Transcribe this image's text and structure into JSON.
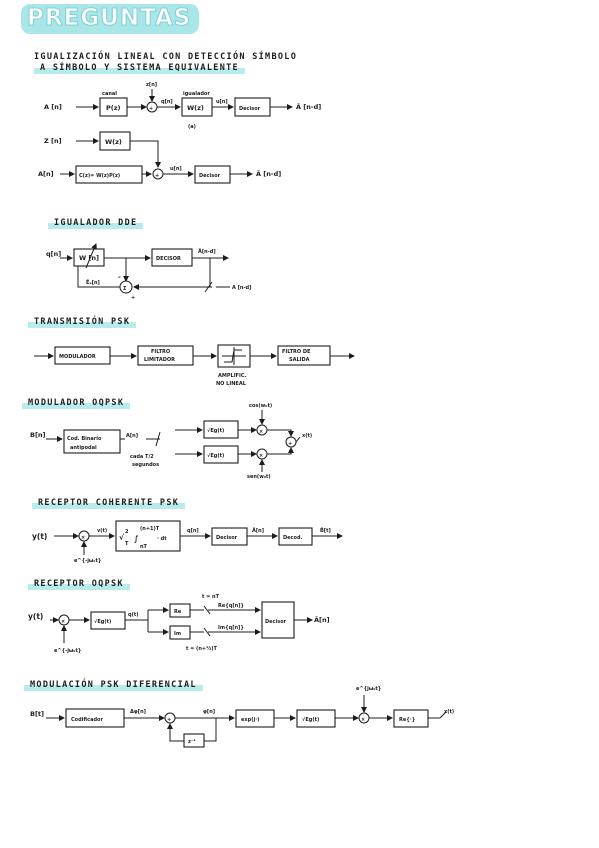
{
  "title": "PREGUNTAS",
  "sections": {
    "s1_line1": "IGUALIZACIÓN LINEAL CON DETECCIÓN SÍMBOLO",
    "s1_line2": "A SÍMBOLO Y SISTEMA EQUIVALENTE",
    "s2": "IGUALADOR DDE",
    "s3": "TRANSMISIÓN PSK",
    "s4": "MODULADOR OQPSK",
    "s5": "RECEPTOR COHERENTE PSK",
    "s6": "RECEPTOR OQPSK",
    "s7": "MODULACIÓN PSK DIFERENCIAL"
  },
  "d1": {
    "in": "A [n]",
    "canal": "canal",
    "P": "P(z)",
    "noise": "z[n]",
    "q": "q[n]",
    "igualador": "igualador",
    "W": "W(z)",
    "u": "u[n]",
    "decisor": "Decisor",
    "out": "Â [n-d]",
    "a": "(a)",
    "in2": "Z [n]",
    "W2": "W(z)",
    "in3": "A[n]",
    "C": "C(z)= W(z)P(z)",
    "u2": "u[n]",
    "decisor2": "Decisor",
    "out2": "Â [n-d]"
  },
  "d2": {
    "q": "q[n]",
    "W": "W [n]",
    "decisor": "DECISOR",
    "ahat": "Â[n-d]",
    "ed": "Êₐ[n]",
    "sigma": "Σ",
    "minus": "-",
    "plus": "+",
    "aref": "A [n-d]"
  },
  "d3": {
    "mod": "MODULADOR",
    "filt1": "FILTRO",
    "filt2": "LIMITADOR",
    "amp1": "AMPLIFIC.",
    "amp2": "NO LINEAL",
    "out1": "FILTRO DE",
    "out2": "SALIDA"
  },
  "d4": {
    "in": "B[n]",
    "cod1": "Cod. Binario",
    "cod2": "antipodal",
    "a": "A[n]",
    "cada1": "cada T/2",
    "cada2": "segundos",
    "g1": "√Eg(t)",
    "g2": "√Eg(t)",
    "cos": "cos(w₀t)",
    "sin": "sen(w₀t)",
    "x": "x(t)"
  },
  "d5": {
    "y": "y(t)",
    "e": "e^{-jω₀t}",
    "v": "v(t)",
    "int_a": "√",
    "int_b": "2",
    "int_c": "T",
    "int_d": "∫",
    "int_e": "(n+1)T",
    "int_f": "nT",
    "int_g": "· dt",
    "q": "q[n]",
    "decisor": "Decisor",
    "ahat": "Â[n]",
    "decod": "Decod.",
    "bhat": "B̂[t]"
  },
  "d6": {
    "y": "y(t)",
    "e": "e^{-jω₀t}",
    "g": "√Eg(t)",
    "q": "q(t)",
    "re": "Re",
    "im": "Im",
    "t1": "t = nT",
    "t2": "t = (n+½)T",
    "req": "Re{q[n]}",
    "imq": "Im{q[n]}",
    "decisor": "Decisor",
    "ahat": "Â[n]"
  },
  "d7": {
    "in": "B[t]",
    "cod": "Codificador",
    "da": "Δφ[n]",
    "phi": "φ[n]",
    "z": "z⁻¹",
    "exp": "exp(j·)",
    "g": "√Eg(t)",
    "e": "e^{jω₀t}",
    "re": "Re{·}",
    "x": "x(t)"
  }
}
